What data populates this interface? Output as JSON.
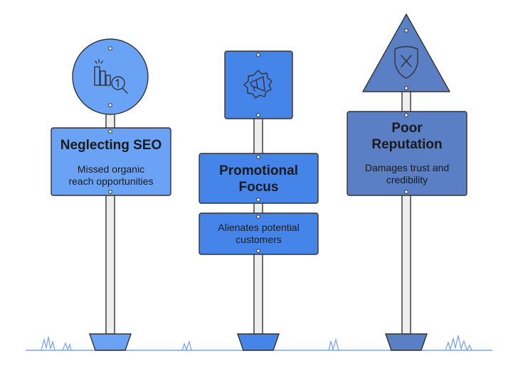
{
  "signs": [
    {
      "id": "seo",
      "title": "Neglecting SEO",
      "description": "Missed organic reach opportunities",
      "icon": "seo-ranking-icon",
      "color": "#6aa3f5"
    },
    {
      "id": "promo",
      "title": "Promotional Focus",
      "description": "Alienates potential customers",
      "icon": "megaphone-icon",
      "color": "#4585ea"
    },
    {
      "id": "reputation",
      "title": "Poor Reputation",
      "description": "Damages trust and credibility",
      "icon": "shield-x-icon",
      "color": "#5a7fc5"
    }
  ]
}
